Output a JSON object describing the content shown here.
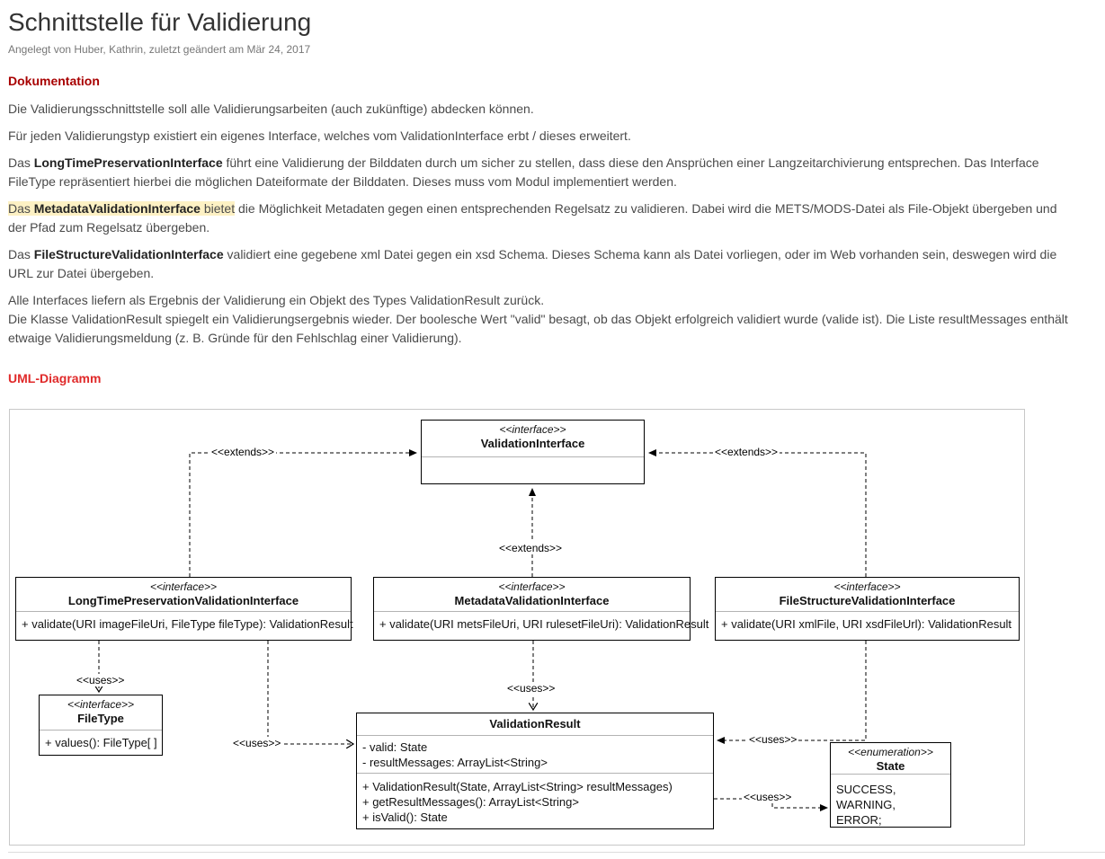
{
  "page": {
    "title": "Schnittstelle für Validierung",
    "byline": "Angelegt von Huber, Kathrin, zuletzt geändert am Mär 24, 2017"
  },
  "sections": {
    "doc_heading": "Dokumentation",
    "uml_heading": "UML-Diagramm"
  },
  "paragraphs": {
    "p1": "Die Validierungsschnittstelle soll alle Validierungsarbeiten (auch zukünftige) abdecken können.",
    "p2": "Für jeden Validierungstyp existiert ein eigenes Interface, welches vom ValidationInterface erbt / dieses erweitert.",
    "p3_prefix": "Das ",
    "p3_bold": "LongTimePreservationInterface",
    "p3_rest": " führt eine Validierung der Bilddaten durch um sicher zu stellen, dass diese den Ansprüchen einer Langzeitarchivierung entsprechen. Das Interface FileType repräsentiert hierbei die möglichen Dateiformate der Bilddaten. Dieses muss vom Modul implementiert werden.",
    "p4_hl_prefix": "Das ",
    "p4_bold": "MetadataValidationInterface",
    "p4_hl_suffix": " bietet",
    "p4_rest": " die Möglichkeit Metadaten gegen einen entsprechenden Regelsatz zu validieren. Dabei wird die METS/MODS-Datei als File-Objekt übergeben und der Pfad zum Regelsatz übergeben.",
    "p5_prefix": "Das ",
    "p5_bold": "FileStructureValidationInterface",
    "p5_rest": " validiert eine gegebene xml Datei gegen ein xsd Schema. Dieses Schema kann als Datei vorliegen, oder im Web vorhanden sein, deswegen wird die URL zur Datei übergeben.",
    "p6_line1": "Alle Interfaces liefern als Ergebnis der Validierung ein Objekt des Types ValidationResult zurück.",
    "p6_line2": "Die Klasse ValidationResult spiegelt ein Validierungsergebnis wieder. Der boolesche Wert \"valid\" besagt, ob das Objekt erfolgreich validiert wurde (valide ist). Die Liste resultMessages enthält etwaige Validierungsmeldung (z. B. Gründe für den Fehlschlag einer Validierung)."
  },
  "uml": {
    "stereotype_interface": "<<interface>>",
    "stereotype_enumeration": "<<enumeration>>",
    "label_extends": "<<extends>>",
    "label_uses": "<<uses>>",
    "classes": {
      "validation_interface": {
        "name": "ValidationInterface"
      },
      "long_time": {
        "name": "LongTimePreservationValidationInterface",
        "method": "+ validate(URI imageFileUri, FileType fileType): ValidationResult"
      },
      "metadata": {
        "name": "MetadataValidationInterface",
        "method": "+ validate(URI metsFileUri, URI rulesetFileUri): ValidationResult"
      },
      "file_structure": {
        "name": "FileStructureValidationInterface",
        "method": "+ validate(URI xmlFile, URI xsdFileUrl): ValidationResult"
      },
      "file_type": {
        "name": "FileType",
        "method": "+ values(): FileType[ ]"
      },
      "validation_result": {
        "name": "ValidationResult",
        "attr1": "- valid: State",
        "attr2": "- resultMessages: ArrayList<String>",
        "m1": "+ ValidationResult(State, ArrayList<String> resultMessages)",
        "m2": "+ getResultMessages(): ArrayList<String>",
        "m3": "+ isValid(): State"
      },
      "state": {
        "name": "State",
        "v1": "SUCCESS,",
        "v2": "WARNING,",
        "v3": "ERROR;"
      }
    }
  },
  "colors": {
    "doc_heading_red": "#a80000",
    "uml_heading_red": "#e02a2a",
    "highlight_yellow": "#fdf1c4",
    "body_text": "#4a4a4a",
    "uml_border": "#000000",
    "panel_border": "#c8c8c8"
  }
}
